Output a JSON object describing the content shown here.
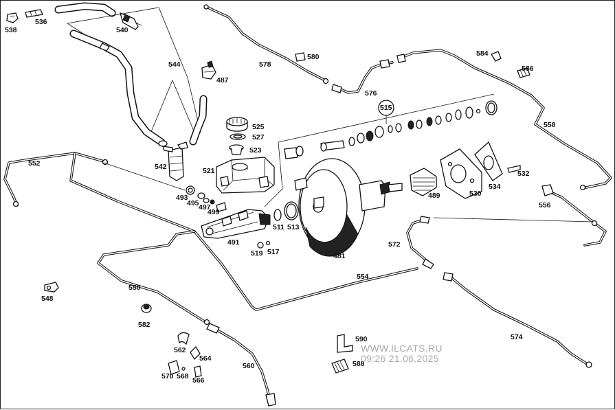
{
  "labels": {
    "p538": "538",
    "p536": "536",
    "p540": "540",
    "p544": "544",
    "p487": "487",
    "p578": "578",
    "p580": "580",
    "p576": "576",
    "p584": "584",
    "p586": "586",
    "p558": "558",
    "p515": "515",
    "p525": "525",
    "p527": "527",
    "p523": "523",
    "p521": "521",
    "p542": "542",
    "p552": "552",
    "p493": "493",
    "p495": "495",
    "p497": "497",
    "p499": "499",
    "p491": "491",
    "p511": "511",
    "p513": "513",
    "p519": "519",
    "p517": "517",
    "p481": "481",
    "p489": "489",
    "p530": "530",
    "p534": "534",
    "p532": "532",
    "p556": "556",
    "p572": "572",
    "p554": "554",
    "p548": "548",
    "p550": "550",
    "p582": "582",
    "p574": "574",
    "p562": "562",
    "p564": "564",
    "p570": "570",
    "p568": "568",
    "p566": "566",
    "p560": "560",
    "p590": "590",
    "p588": "588"
  },
  "watermark": {
    "site": "WWW.ILCATS.RU",
    "timestamp": "09:26 21.06.2025"
  }
}
